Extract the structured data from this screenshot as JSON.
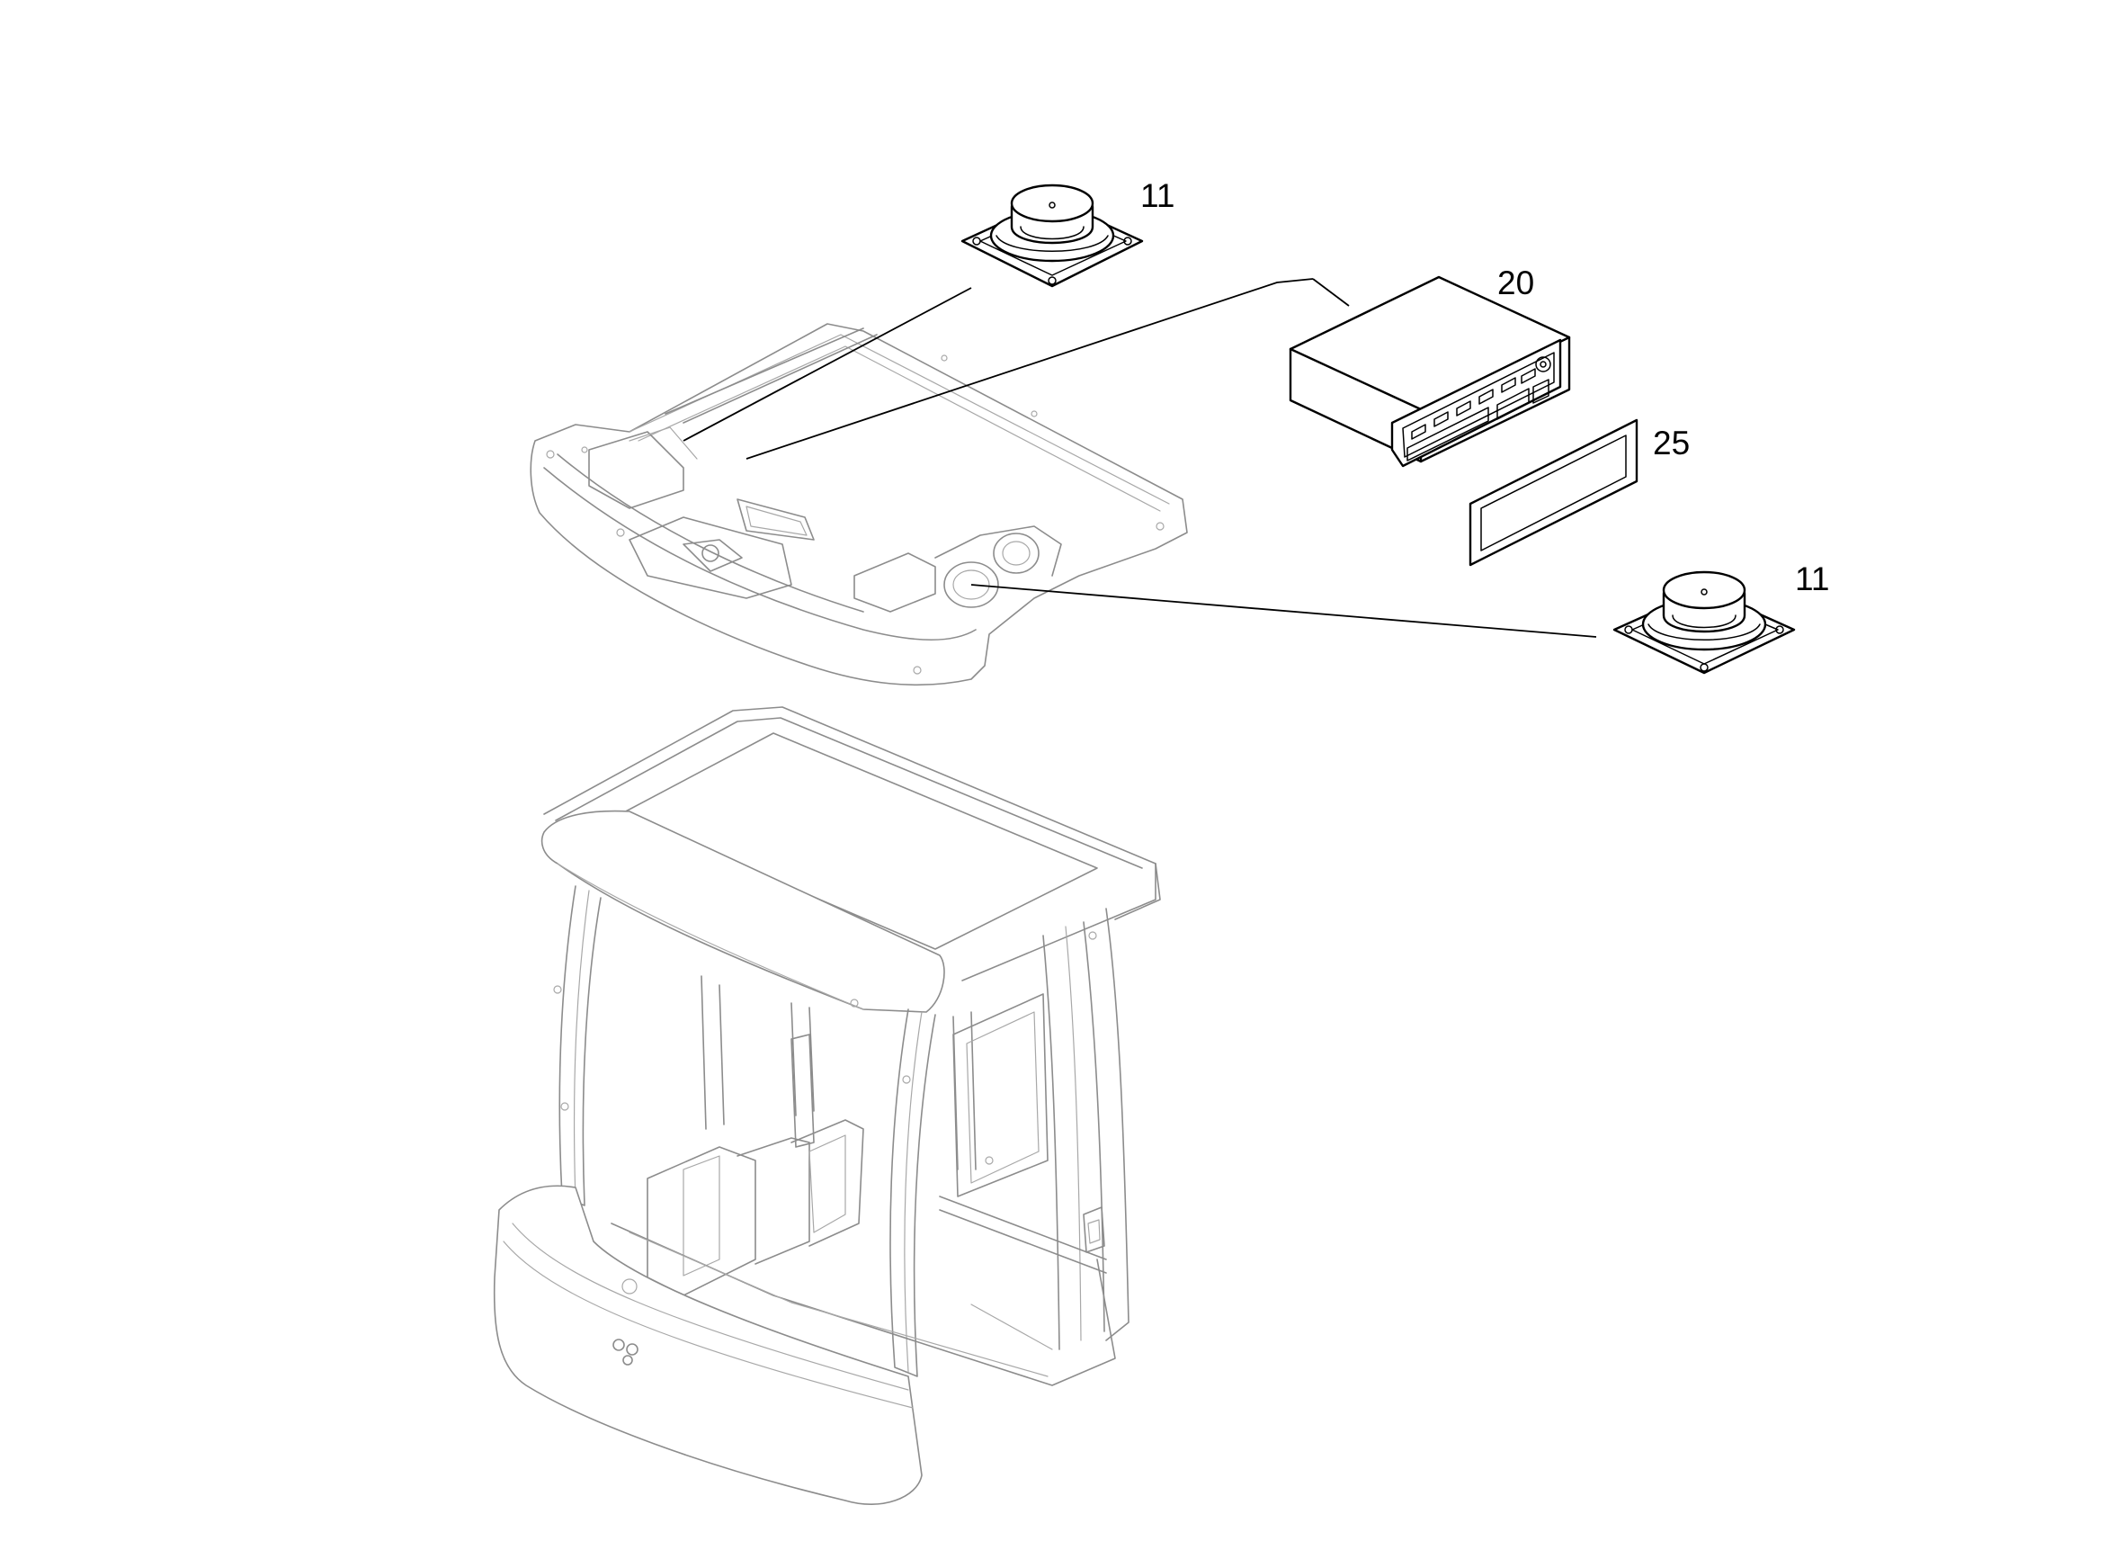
{
  "callouts": [
    {
      "id": "speaker-upper",
      "label": "11"
    },
    {
      "id": "radio",
      "label": "20"
    },
    {
      "id": "gasket",
      "label": "25"
    },
    {
      "id": "speaker-lower",
      "label": "11"
    }
  ]
}
